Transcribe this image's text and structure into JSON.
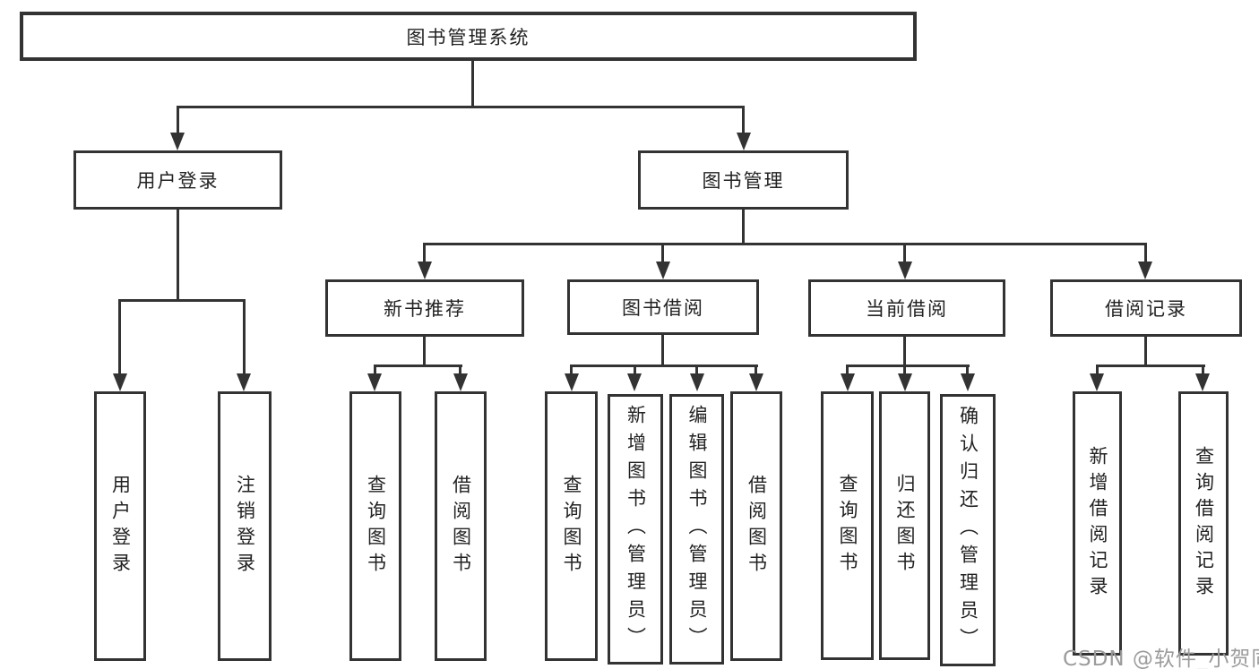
{
  "diagram": {
    "tree": {
      "label": "图书管理系统",
      "children": [
        {
          "label": "用户登录",
          "children": [
            {
              "label": "用户登录"
            },
            {
              "label": "注销登录"
            }
          ]
        },
        {
          "label": "图书管理",
          "children": [
            {
              "label": "新书推荐",
              "children": [
                {
                  "label": "查询图书"
                },
                {
                  "label": "借阅图书"
                }
              ]
            },
            {
              "label": "图书借阅",
              "children": [
                {
                  "label": "查询图书"
                },
                {
                  "label": "新增图书（管理员）"
                },
                {
                  "label": "编辑图书（管理员）"
                },
                {
                  "label": "借阅图书"
                }
              ]
            },
            {
              "label": "当前借阅",
              "children": [
                {
                  "label": "查询图书"
                },
                {
                  "label": "归还图书"
                },
                {
                  "label": "确认归还（管理员）"
                }
              ]
            },
            {
              "label": "借阅记录",
              "children": [
                {
                  "label": "新增借阅记录"
                },
                {
                  "label": "查询借阅记录"
                }
              ]
            }
          ]
        }
      ]
    },
    "colors": {
      "line": "#333333",
      "text": "#222222",
      "watermark": "#9b9b9b",
      "background": "#ffffff"
    }
  },
  "watermark": {
    "text": "CSDN @软件_小贺同学"
  }
}
